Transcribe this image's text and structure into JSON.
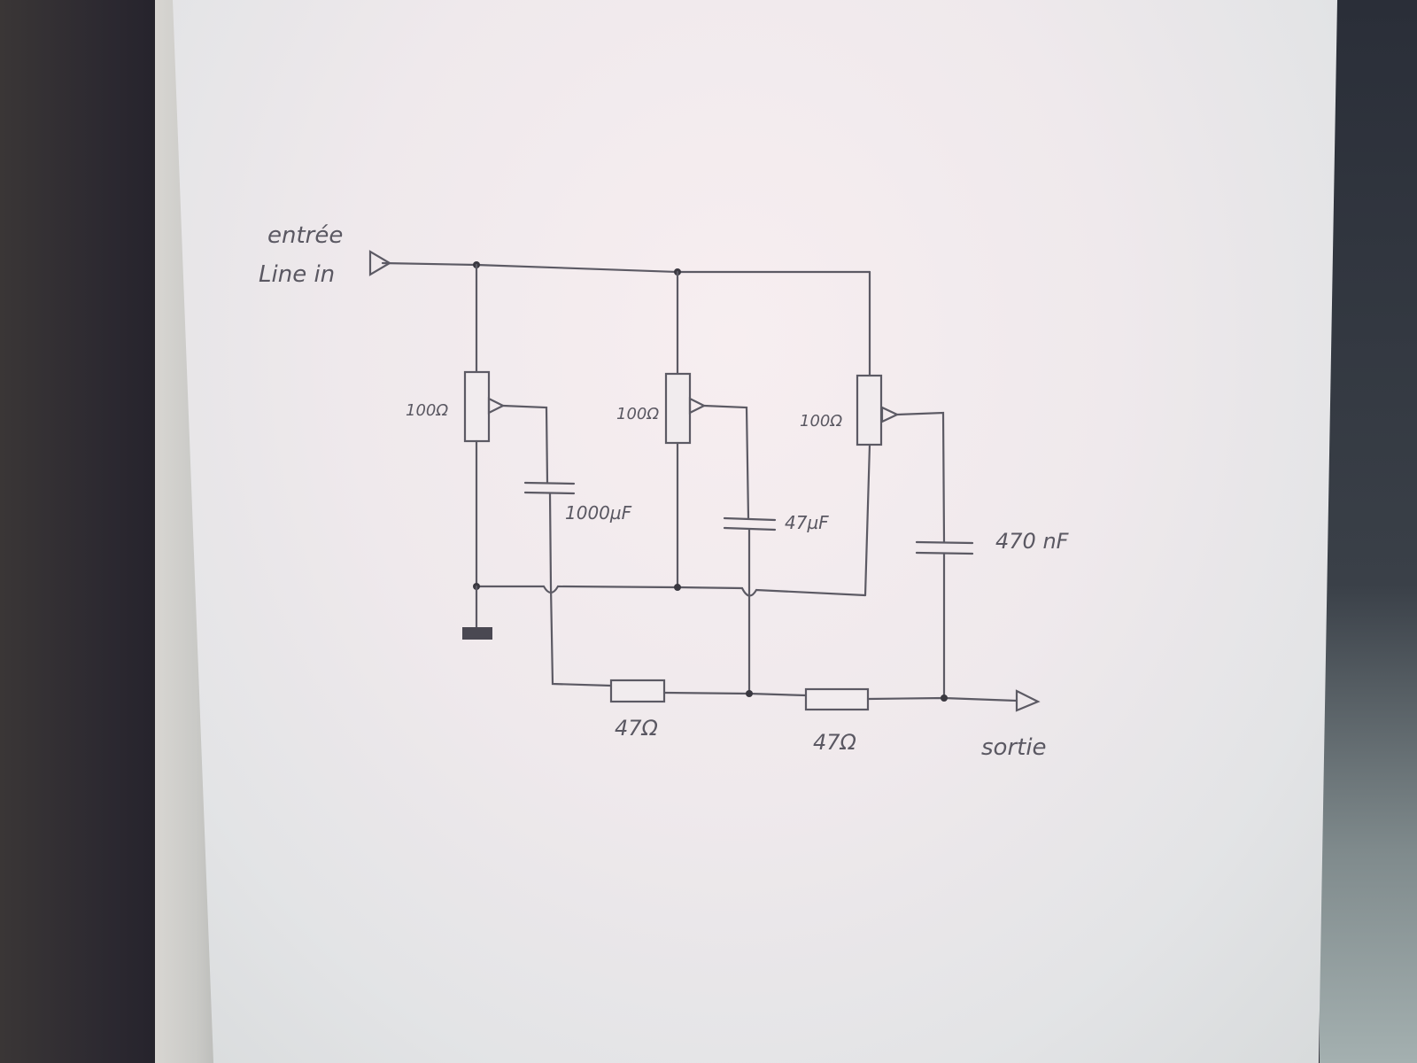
{
  "labels": {
    "input_line1": "entrée",
    "input_line2": "Line in",
    "output": "sortie"
  },
  "components": {
    "pot1": "100Ω",
    "pot2": "100Ω",
    "pot3": "100Ω",
    "cap1": "1000µF",
    "cap2": "47µF",
    "cap3": "470 nF",
    "res1": "47Ω",
    "res2": "47Ω"
  },
  "colors": {
    "ink": "#5c5a64",
    "paper": "#efe9ec"
  }
}
